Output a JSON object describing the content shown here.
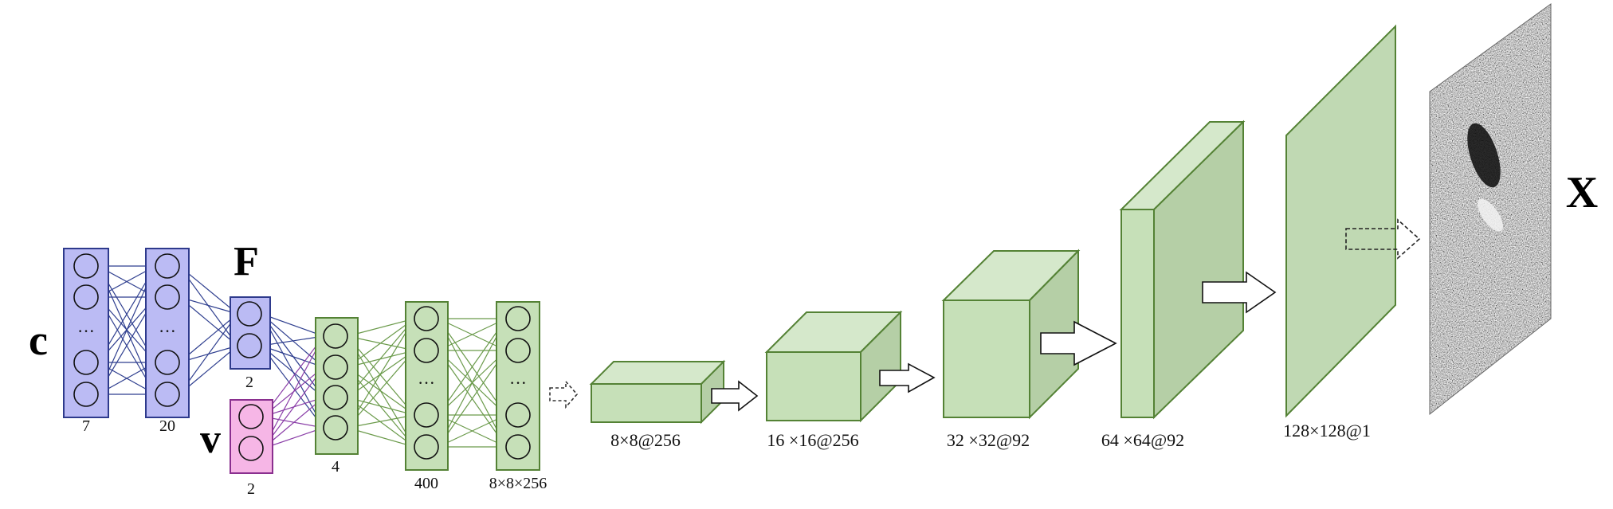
{
  "labels": {
    "c": "c",
    "v": "v",
    "F": "F",
    "X": "X",
    "n7": "7",
    "n20": "20",
    "nF": "2",
    "nV": "2",
    "n4": "4",
    "n400": "400",
    "n8x8x256": "8×8×256",
    "conv1": "8×8@256",
    "conv2": "16 ×16@256",
    "conv3": "32 ×32@92",
    "conv4": "64 ×64@92",
    "conv5": "128×128@1",
    "dots": "···"
  },
  "colors": {
    "blue_fill": "#bbbbf4",
    "blue_stroke": "#2e3a8c",
    "pink_fill": "#f6b6e6",
    "pink_stroke": "#8a2f8f",
    "green_fill": "#c6e0b8",
    "green_stroke": "#548235",
    "blue_edge": "#2f3f8f",
    "purple_edge": "#8b3fa8",
    "green_edge": "#6a9a4a"
  }
}
